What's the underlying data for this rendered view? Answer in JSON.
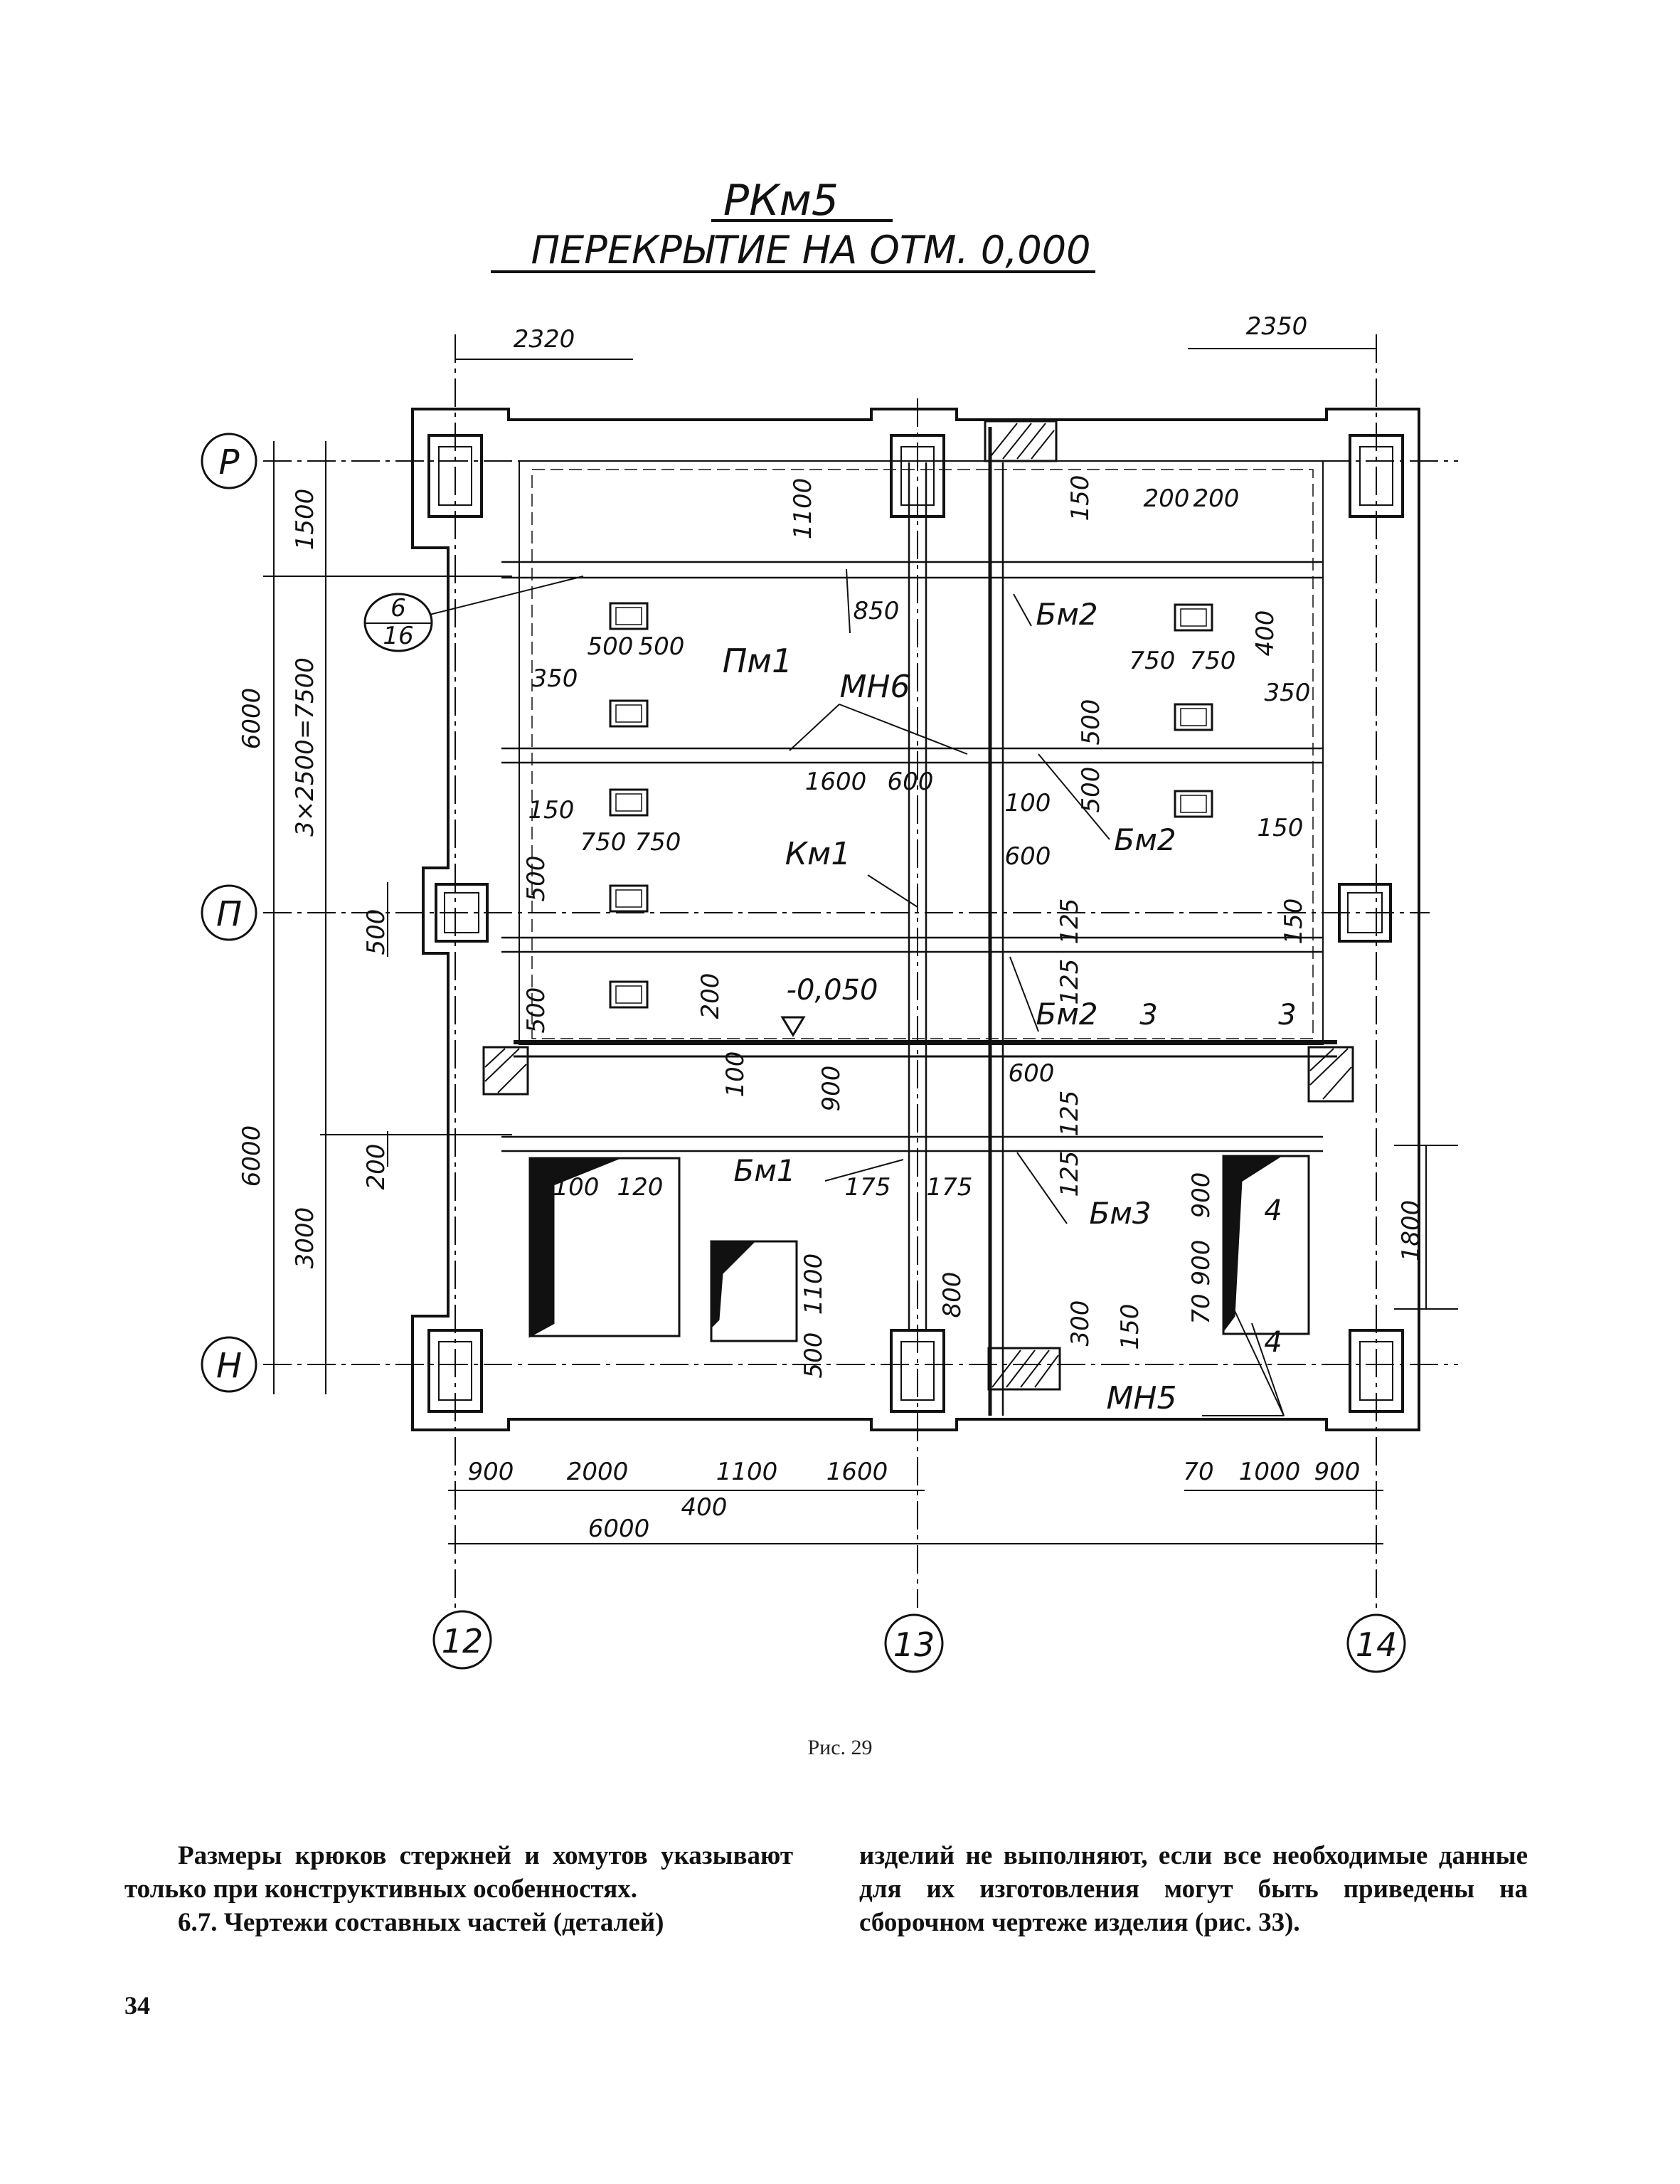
{
  "drawing": {
    "title": "РКм5",
    "subtitle": "ПЕРЕКРЫТИЕ НА ОТМ. 0,000",
    "axes": {
      "rows": [
        "Р",
        "П",
        "Н"
      ],
      "cols": [
        "12",
        "13",
        "14"
      ]
    },
    "marks": {
      "pm1": "Пм1",
      "mn6": "МН6",
      "km1": "Км1",
      "bm1": "Бм1",
      "bm2": "Бм2",
      "bm3": "Бм3",
      "mn5": "МН5",
      "callout_top": "6",
      "callout_bottom": "16",
      "section3": "3",
      "section4": "4",
      "level": "-0,050"
    },
    "dims": {
      "top_left": "2320",
      "top_right": "2350",
      "left_1500": "1500",
      "left_6000_top": "6000",
      "left_3x2500": "3×2500=7500",
      "left_500": "500",
      "left_6000_bottom": "6000",
      "left_200": "200",
      "left_3000": "3000",
      "d1100": "1100",
      "d850": "850",
      "d500a": "500",
      "d500b": "500",
      "d350": "350",
      "d1600": "1600",
      "d600": "600",
      "d150a": "150",
      "d750a": "750",
      "d750b": "750",
      "d500c": "500",
      "d500d": "500",
      "d200a": "200",
      "d100a": "100",
      "d900a": "900",
      "d100b": "100",
      "d120": "120",
      "d175a": "175",
      "d175b": "175",
      "d1100b": "1100",
      "d500e": "500",
      "d800": "800",
      "r150a": "150",
      "r200a": "200",
      "r200b": "200",
      "r400": "400",
      "r750a": "750",
      "r750b": "750",
      "r350": "350",
      "r500a": "500",
      "r500b": "500",
      "r100": "100",
      "r600a": "600",
      "r150b": "150",
      "r125a": "125",
      "r150c": "150",
      "r125b": "125",
      "r600b": "600",
      "r125c": "125",
      "r125d": "125",
      "r900a": "900",
      "r900b": "900",
      "r70a": "70",
      "r300": "300",
      "r150d": "150",
      "r1800": "1800",
      "b900a": "900",
      "b2000": "2000",
      "b1100": "1100",
      "b1600": "1600",
      "b400": "400",
      "b6000": "6000",
      "b70": "70",
      "b1000": "1000",
      "b900b": "900"
    }
  },
  "caption": "Рис. 29",
  "text": {
    "left_p1": "Размеры крюков стержней и хомутов указывают только при конструктивных особенностях.",
    "left_p2": "6.7. Чертежи составных частей (деталей)",
    "right_p1": "изделий не выполняют, если все необходимые данные для их изготовления могут быть приведены на сборочном чертеже изделия (рис. 33)."
  },
  "page_number": "34"
}
